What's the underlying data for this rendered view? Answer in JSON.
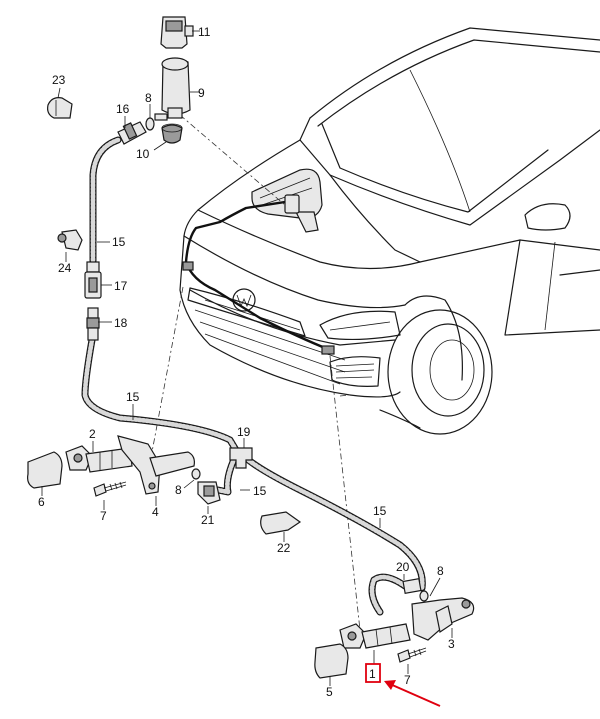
{
  "callouts": {
    "c1": "1",
    "c2": "2",
    "c3": "3",
    "c4": "4",
    "c5": "5",
    "c6": "6",
    "c7a": "7",
    "c7b": "7",
    "c8a": "8",
    "c8b": "8",
    "c8c": "8",
    "c9": "9",
    "c10": "10",
    "c11": "11",
    "c15a": "15",
    "c15b": "15",
    "c15c": "15",
    "c15d": "15",
    "c16": "16",
    "c17": "17",
    "c18": "18",
    "c19": "19",
    "c20": "20",
    "c21": "21",
    "c22": "22",
    "c23": "23",
    "c24": "24"
  },
  "colors": {
    "highlight": "#e0000f",
    "line": "#1a1a1a"
  }
}
